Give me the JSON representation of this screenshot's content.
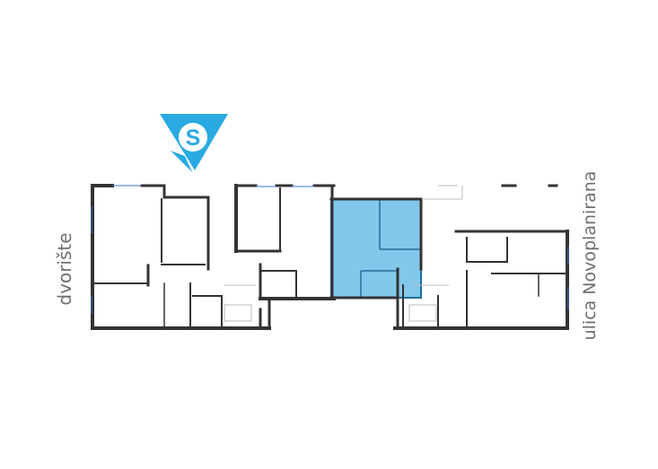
{
  "labels": {
    "left_side": "dvorište",
    "right_side": "ulica Novoplanirana"
  },
  "compass": {
    "letter": "S",
    "icon": "north-arrow-icon",
    "color": "#29aae2"
  },
  "colors": {
    "wall": "#333333",
    "highlight_fill": "#82c8ea",
    "highlight_stroke": "#1f6f9a",
    "label_text": "#6f6f6f"
  }
}
